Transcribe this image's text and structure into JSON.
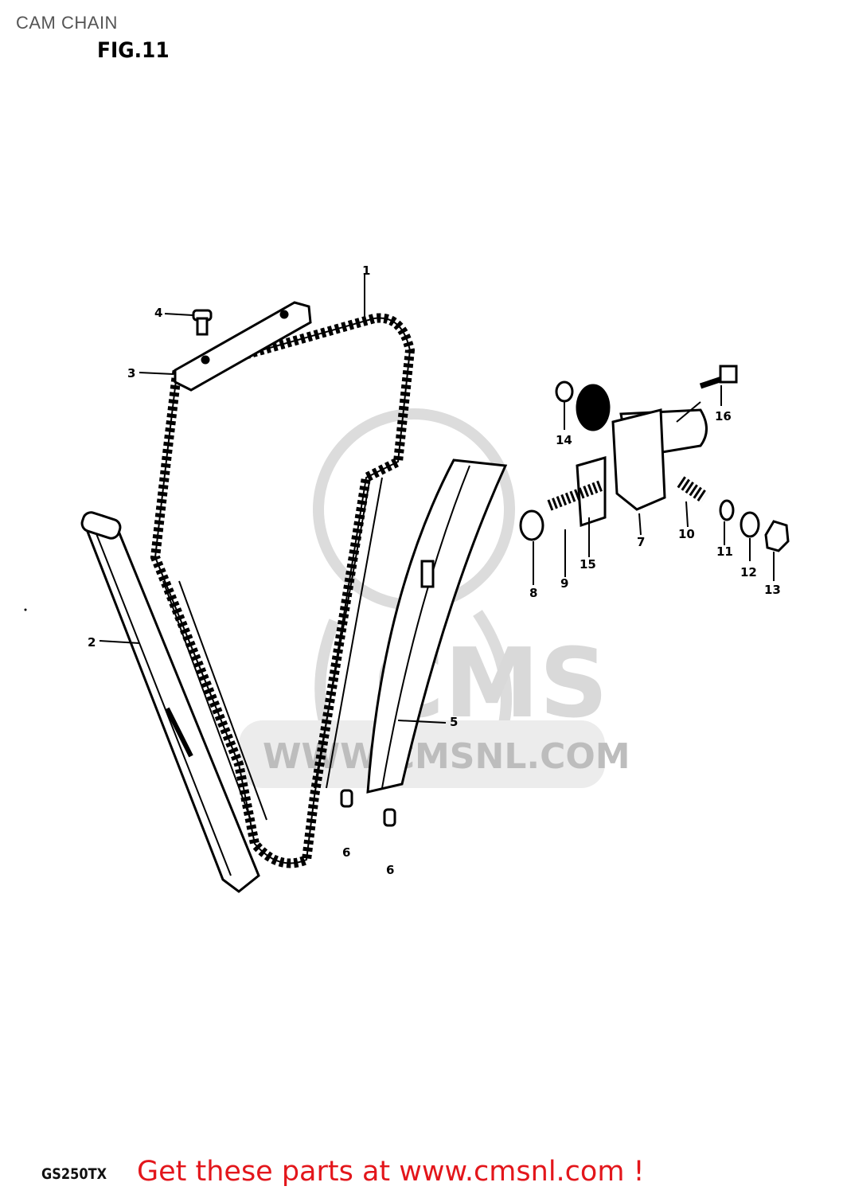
{
  "header": {
    "title": "CAM CHAIN",
    "figure": "FIG.11"
  },
  "watermark": {
    "brand": "CMS",
    "url": "WWW.CMSNL.COM"
  },
  "callouts": [
    "1",
    "2",
    "3",
    "4",
    "5",
    "6",
    "6",
    "7",
    "8",
    "9",
    "10",
    "11",
    "12",
    "13",
    "14",
    "15",
    "16"
  ],
  "footer": {
    "model": "GS250TX",
    "cta": "Get these parts at www.cmsnl.com !"
  },
  "colors": {
    "cta": "#e3161b",
    "title": "#555555",
    "watermark": "#d9d9d9"
  }
}
